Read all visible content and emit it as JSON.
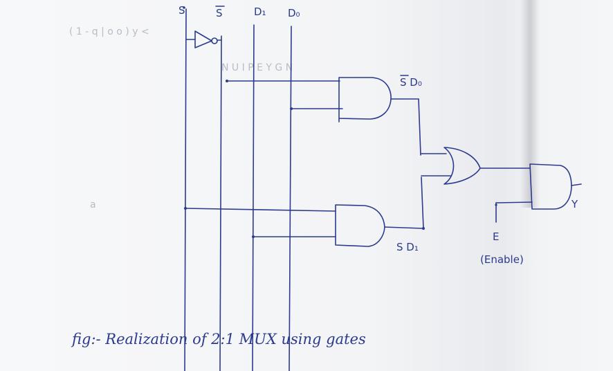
{
  "diagram": {
    "type": "logic-circuit",
    "title": "2:1 MUX realization using gates",
    "inputs": {
      "s": "S",
      "s_bar": "S",
      "d1": "D₁",
      "d0": "D₀"
    },
    "gates": [
      {
        "id": "not1",
        "type": "NOT",
        "input": "S",
        "output": "S̅"
      },
      {
        "id": "and1",
        "type": "AND",
        "inputs": [
          "S̅",
          "D0"
        ],
        "output_label": "S D₀"
      },
      {
        "id": "and2",
        "type": "AND",
        "inputs": [
          "S",
          "D1"
        ],
        "output_label": "S D₁"
      },
      {
        "id": "or1",
        "type": "OR",
        "inputs": [
          "S̅D0",
          "SD1"
        ]
      },
      {
        "id": "and3",
        "type": "AND",
        "inputs": [
          "OR output",
          "E"
        ],
        "output": "Y"
      }
    ],
    "labels": {
      "and1_out": "S D₀",
      "and2_out": "S D₁",
      "enable_symbol": "E",
      "enable_text": "(Enable)",
      "output": "Y"
    },
    "caption": "fig:- Realization of 2:1 MUX using gates",
    "ink_color": "#2b3a8c",
    "paper_color": "#f4f5f7"
  }
}
